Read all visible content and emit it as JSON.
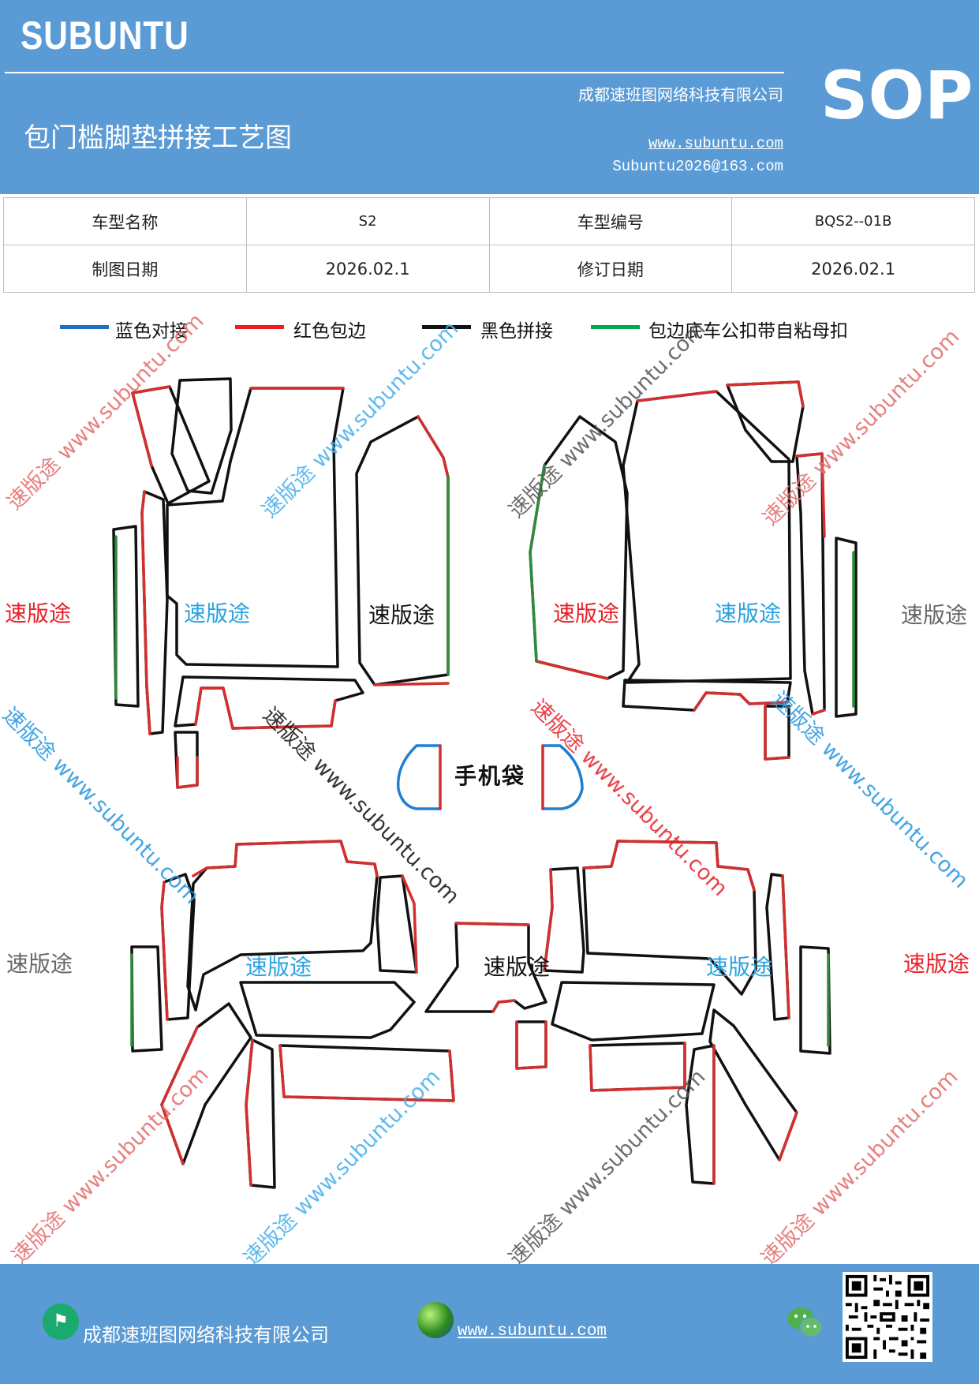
{
  "header": {
    "brand": "SUBUNTU",
    "badge": "SOP",
    "company": "成都速班图网络科技有限公司",
    "title": "包门槛脚垫拼接工艺图",
    "website": "www.subuntu.com",
    "email": "Subuntu2026@163.com"
  },
  "info_table": {
    "rows": [
      [
        "车型名称",
        "S2",
        "车型编号",
        "BQS2--01B"
      ],
      [
        "制图日期",
        "2026.02.1",
        "修订日期",
        "2026.02.1"
      ]
    ]
  },
  "legend": {
    "items": [
      {
        "label": "蓝色对接",
        "color": "#1f6fbf"
      },
      {
        "label": "红色包边",
        "color": "#ee1c24"
      },
      {
        "label": "黑色拼接",
        "color": "#111111"
      },
      {
        "label": "包边底车公扣带自粘母扣",
        "color": "#00a650"
      }
    ]
  },
  "diagram": {
    "center_label": "手机袋",
    "watermark": "速版途 www.subuntu.com",
    "brand_mark": "速版途",
    "colors": {
      "red": "#d32f2f",
      "black": "#111111",
      "green": "#2e8b3a",
      "blue": "#1f7fd1"
    }
  },
  "footer": {
    "company": "成都速班图网络科技有限公司",
    "website": "www.subuntu.com"
  }
}
